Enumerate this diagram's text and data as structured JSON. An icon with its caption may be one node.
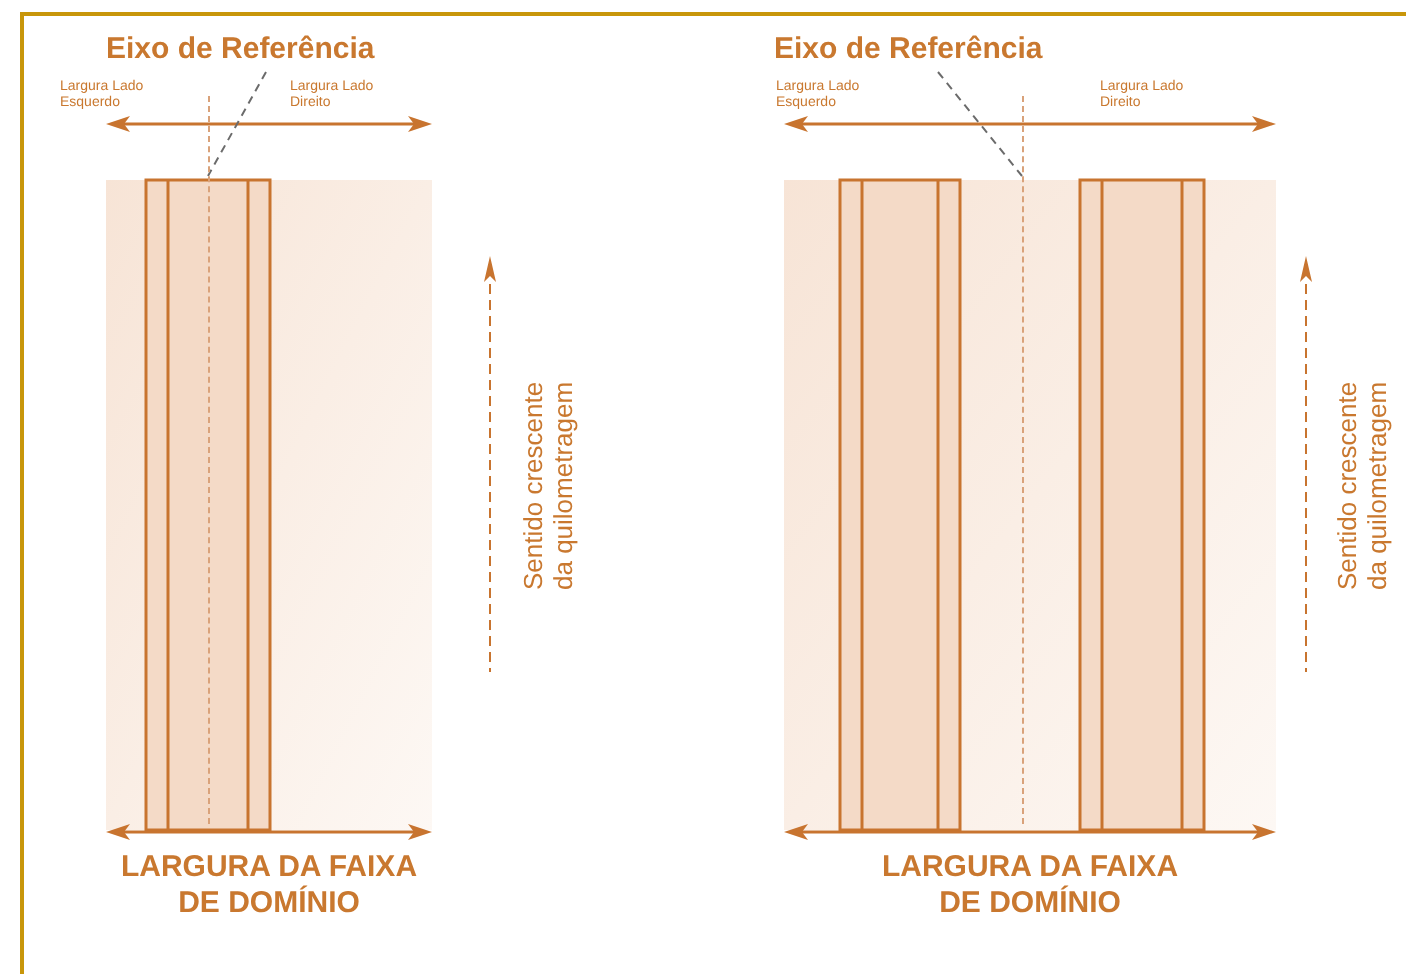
{
  "diagram": {
    "nodes": [
      {
        "text": [
          "Eixo de Referência"
        ]
      },
      {
        "text": [
          "Eixo de Referência"
        ]
      },
      {
        "text": [],
        "shape": "line"
      },
      {
        "text": [],
        "shape": "line"
      }
    ],
    "edges": [
      {
        "from": 0,
        "to": 2,
        "arrow": "none",
        "style": "dashed"
      },
      {
        "from": 1,
        "to": 3,
        "arrow": "none",
        "style": "dashed"
      }
    ],
    "labels": [
      "Largura Lado Esquerdo",
      "Largura Lado Direito",
      "Sentido crescente da quilometragem",
      "LARGURA DA FAIXA DE DOMÍNIO",
      "Largura Lado Esquerdo",
      "Largura Lado Direito",
      "Sentido crescente da quilometragem",
      "LARGURA DA FAIXA DE DOMÍNIO"
    ]
  }
}
